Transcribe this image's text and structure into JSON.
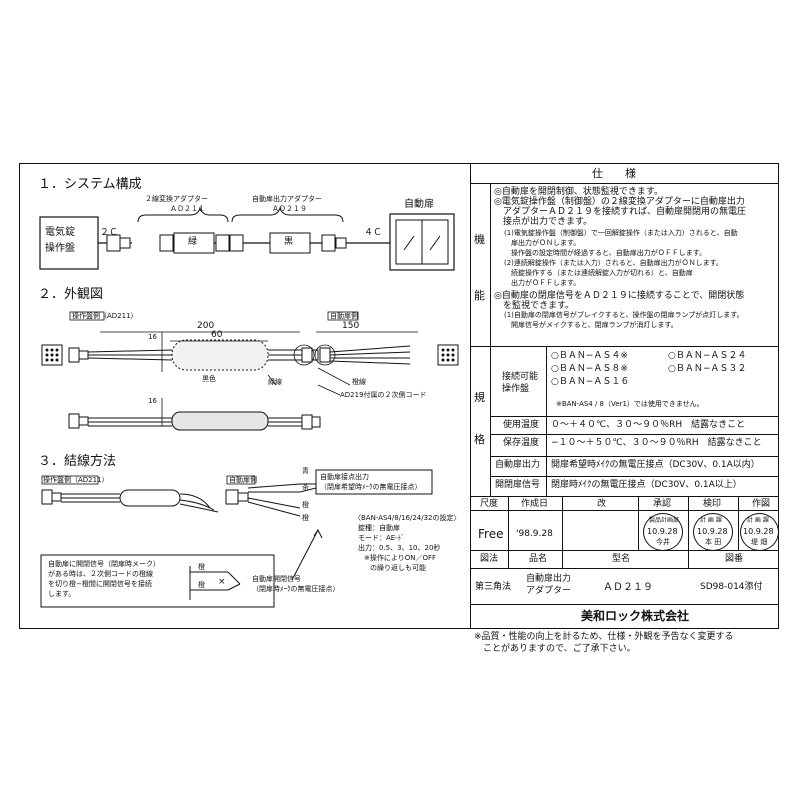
{
  "sections": {
    "s1": "１．システム構成",
    "s2": "２．外観図",
    "s3": "３．結線方法"
  },
  "system": {
    "ad211_caption": "２線変換アダプター",
    "ad211_model": "ＡＤ２１１",
    "ad219_caption": "自動扉出力アダプター",
    "ad219_model": "ＡＤ２１９",
    "auto_door": "自動扉",
    "lock_panel_line1": "電気錠",
    "lock_panel_line2": "操作盤",
    "cable_2c": "２Ｃ",
    "cable_4c": "４Ｃ",
    "green_label": "緑",
    "black_label": "黒"
  },
  "appearance": {
    "lock_side_tag": "操作盤側（AD211）",
    "door_side_tag": "自動扉側",
    "dim_200": "200",
    "dim_60": "60",
    "dim_150": "150",
    "dim_16a": "16",
    "dim_16b": "16",
    "black_color": "黒色",
    "green_wire": "緑線",
    "orange_wire": "橙線",
    "secondary_cord": "AD219付属の２次側コード"
  },
  "wiring": {
    "lock_side_tag": "操作盤側（AD211）",
    "door_side_tag": "自動扉側",
    "blue": "青",
    "brown": "茶",
    "orange1": "橙",
    "orange2": "橙",
    "orange3": "橙",
    "out_contact_line1": "自動扉接点出力",
    "out_contact_line2": "（閉扉希望時ﾒｰｸの無電圧接点）",
    "settings_line1": "〈BAN-AS4/8/16/24/32の設定〉",
    "settings_line2": "錠種：自動扉",
    "settings_line3": "モード：AE-ﾄﾞ",
    "settings_line4": "出力：0.5、3、10、20秒",
    "settings_line5": "※操作によりON／OFF",
    "settings_line6": "の繰り返しも可能",
    "note_line1": "自動扉に開閉信号（閉扉時メーク）",
    "note_line2": "がある時は、２次側コードの橙線",
    "note_line3": "を切り橙−橙間に開閉信号を接続",
    "note_line4": "します。",
    "open_close_line1": "自動扉開閉信号",
    "open_close_line2": "（閉扉時ﾒｰｸの無電圧接点）",
    "cut_mark": "×"
  },
  "spec": {
    "title": "仕　　様",
    "func_label_1": "機",
    "func_label_2": "能",
    "func_lines": [
      "◎自動扉を開閉制御、状態監視できます。",
      "◎電気錠操作盤（制御盤）の２線変換アダプターに自動扉出力",
      "　アダプターＡＤ２１９を接続すれば、自動扉開閉用の無電圧",
      "　接点が出力できます。",
      "(1)電気錠操作盤（制御盤）で一回解錠操作（または入力）されると、自動",
      "　扉出力がＯＮします。",
      "　操作盤の設定時間が経過すると、自動扉出力がＯＦＦします。",
      "(2)連続解錠操作（または入力）されると、自動扉出力がＯＮします。",
      "　続錠操作する（または連続解錠入力が切れる）と、自動扉",
      "　出力がＯＦＦします。",
      "◎自動扉の閉扉信号をＡＤ２１９に接続することで、開閉状態",
      "　を監視できます。",
      "(1)自動扉の閉扉信号がブレイクすると、操作盤の閉扉ランプが点灯します。",
      "　開扉信号がメイクすると、閉扉ランプが消灯します。"
    ],
    "std_label_1": "規",
    "std_label_2": "格",
    "connectable_line1": "接続可能",
    "connectable_line2": "操作盤",
    "models": [
      "○ＢＡＮ−ＡＳ４※",
      "○ＢＡＮ−ＡＳ２４",
      "○ＢＡＮ−ＡＳ８※",
      "○ＢＡＮ−ＡＳ３２",
      "○ＢＡＮ−ＡＳ１６"
    ],
    "models_note": "※BAN-AS4 / 8（Ver1）では使用できません。",
    "temp_use_label": "使用温度",
    "temp_use_value": "０〜＋４０℃、３０〜９０％RH　結露なきこと",
    "temp_store_label": "保存温度",
    "temp_store_value": "−１０〜＋５０℃、３０〜９０％RH　結露なきこと",
    "door_out_label": "自動扉出力",
    "door_out_value": "開扉希望時ﾒｲｸの無電圧接点（DC30V、0.1A以内）",
    "close_sig_label": "開閉扉信号",
    "close_sig_value": "閉扉時ﾒｲｸの無電圧接点（DC30V、0.1A以上）"
  },
  "titleblock": {
    "scale_h": "尺度",
    "date_h": "作成日",
    "rev_h": "改",
    "approve_h": "承認",
    "check_h": "検印",
    "draw_h": "作図",
    "scale_v": "Free",
    "date_v": "'98.9.28",
    "stamp1_top": "製品計画部",
    "stamp1_date": "10.9.28",
    "stamp1_name": "今井",
    "stamp2_top": "計 画 課",
    "stamp2_date": "10.9.28",
    "stamp2_name": "本 田",
    "stamp3_top": "計 画 課",
    "stamp3_date": "10.9.28",
    "stamp3_name": "堤 畑",
    "method_h": "図法",
    "name_h": "品名",
    "model_h": "型名",
    "dwg_h": "図番",
    "method_v": "第三角法",
    "name_v1": "自動扉出力",
    "name_v2": "アダプター",
    "model_v": "ＡＤ２１９",
    "dwg_v": "SD98-014添付",
    "company": "美和ロック株式会社"
  },
  "footnote_line1": "※品質・性能の向上を計るため、仕様・外観を予告なく変更する",
  "footnote_line2": "　ことがありますので、ご了承下さい。"
}
